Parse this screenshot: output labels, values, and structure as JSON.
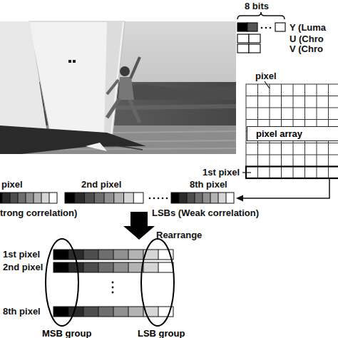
{
  "diagram": {
    "nodes": [
      {
        "text": [
          "pixel array"
        ]
      },
      {
        "text": [
          "MSB group"
        ]
      },
      {
        "text": [
          "LSB group"
        ]
      }
    ],
    "labels": [
      "8 bits",
      "Y (Luma",
      "U (Chro",
      "V (Chro",
      "pixel",
      "1st pixel",
      "pixel",
      "2nd pixel",
      "8th pixel",
      "trong correlation)",
      "LSBs (Weak correlation)",
      "Rearrange",
      "1st pixel",
      "2nd pixel",
      "8th pixel"
    ]
  }
}
